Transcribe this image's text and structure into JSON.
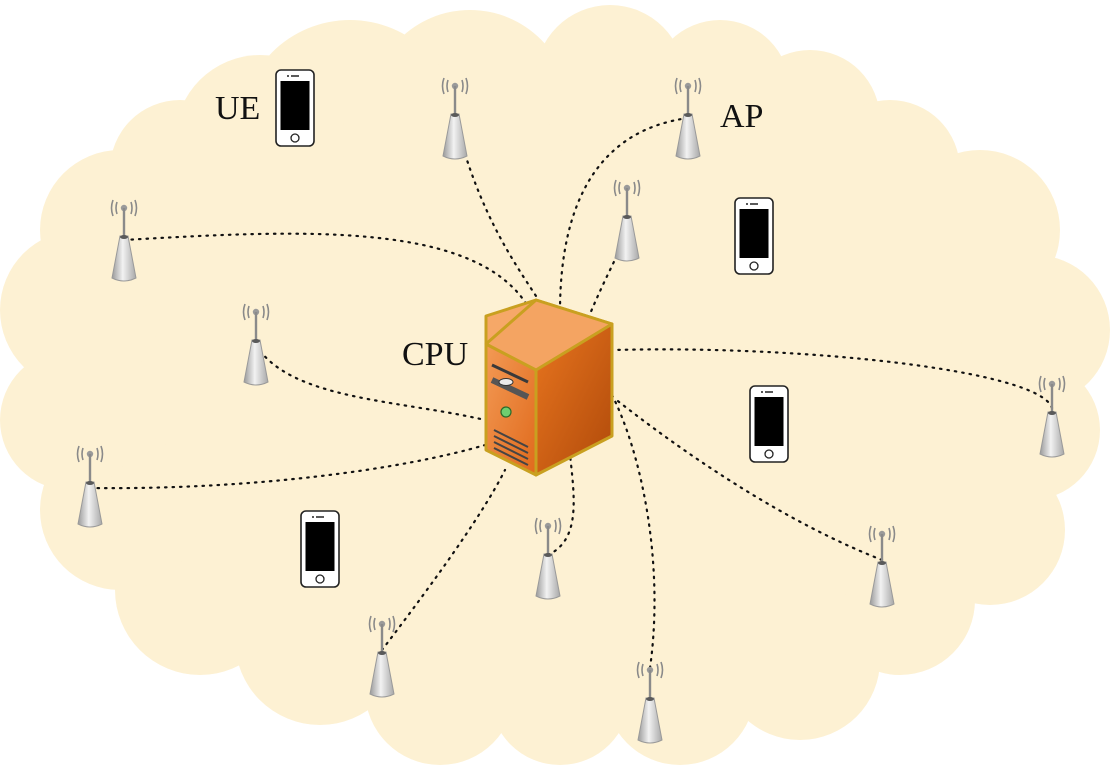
{
  "labels": {
    "ue": "UE",
    "ap": "AP",
    "cpu": "CPU"
  },
  "colors": {
    "cloud": "#fdf1d3",
    "link": "#111111",
    "server_front": "#e8782f",
    "server_side": "#c95a14",
    "server_top": "#f29a58",
    "server_outline": "#c49b1a",
    "antenna": "#c8c8c8",
    "phone_screen": "#000000"
  },
  "nodes": {
    "cpu": "server-icon",
    "access_point": "antenna-icon",
    "user_equipment": "smartphone-icon"
  }
}
